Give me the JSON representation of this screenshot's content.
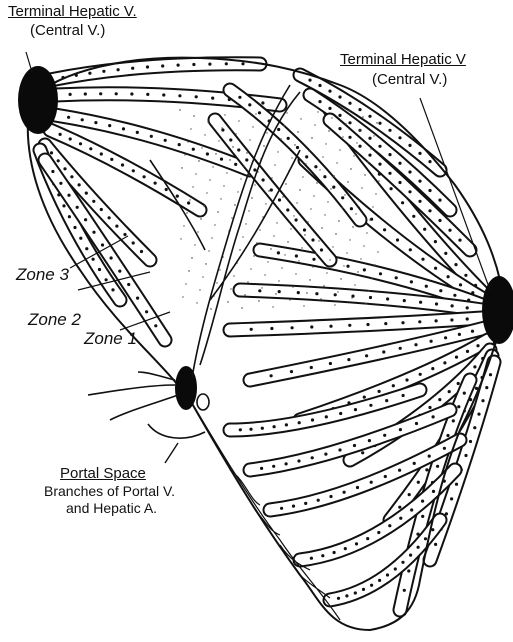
{
  "labels": {
    "terminal_left_title": "Terminal Hepatic V.",
    "terminal_left_sub": "(Central V.)",
    "terminal_right_title": "Terminal Hepatic V",
    "terminal_right_sub": "(Central V.)",
    "zone3": "Zone 3",
    "zone2": "Zone 2",
    "zone1": "Zone 1",
    "portal_title": "Portal Space",
    "portal_line1": "Branches of Portal V.",
    "portal_line2": "and Hepatic A."
  }
}
